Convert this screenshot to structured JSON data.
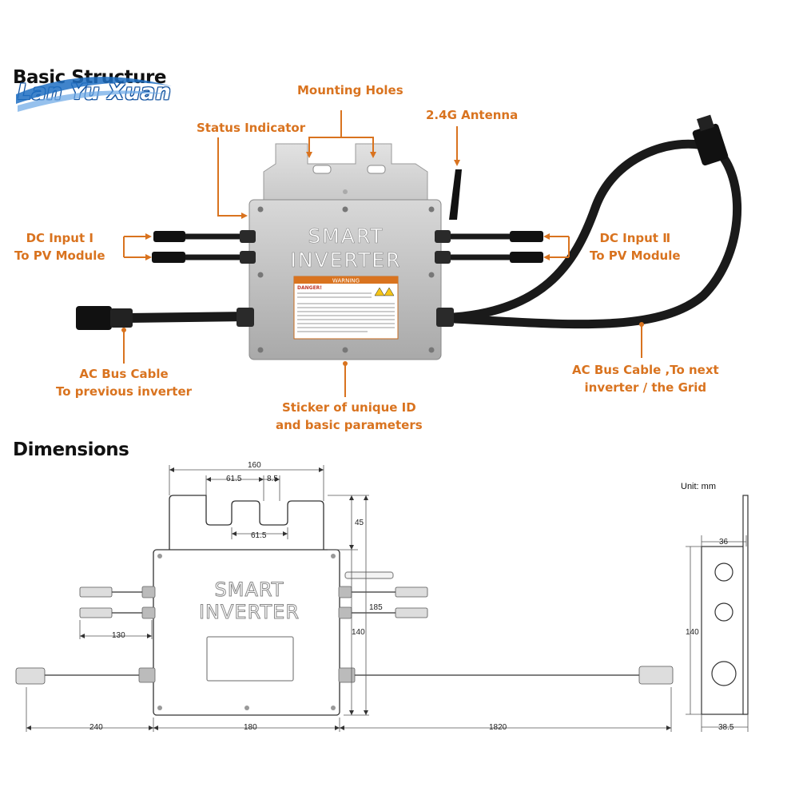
{
  "sections": {
    "structure_title": "Basic Structure",
    "dimensions_title": "Dimensions"
  },
  "brand": {
    "watermark": "Lan Yu Xuan",
    "color": "#0d4f9e"
  },
  "product": {
    "line1": "SMART",
    "line2": "INVERTER",
    "sticker_header": "WARNING",
    "sticker_danger": "DANGER!"
  },
  "callouts": {
    "mounting_holes": "Mounting Holes",
    "status_indicator": "Status Indicator",
    "antenna": "2.4G Antenna",
    "dc_input_1": [
      "DC Input Ⅰ",
      "To PV Module"
    ],
    "dc_input_2": [
      "DC Input Ⅱ",
      "To PV Module"
    ],
    "ac_bus_prev": [
      "AC Bus Cable",
      "To previous inverter"
    ],
    "ac_bus_next": [
      "AC Bus Cable ,To next",
      "inverter / the Grid"
    ],
    "sticker": [
      "Sticker of unique ID",
      "and basic parameters"
    ],
    "accent_color": "#d9731f"
  },
  "dimensions": {
    "unit": "Unit: mm",
    "total_width": "160",
    "hole_spacing": "61.5",
    "hole_width": "8.5",
    "hole_spacing_bottom": "61.5",
    "tab_height": "45",
    "total_height": "185",
    "body_height": "140",
    "dc_cable": "130",
    "ac_left": "240",
    "body_width": "180",
    "ac_right": "1820",
    "side_width_top": "36",
    "side_height": "140",
    "side_width_bottom": "38.5"
  }
}
